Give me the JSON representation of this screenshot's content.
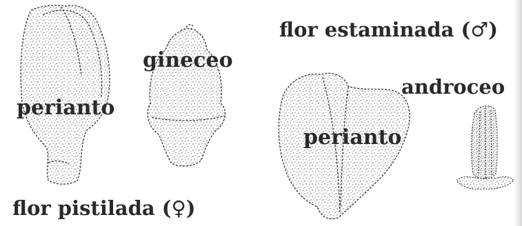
{
  "figure": {
    "labels": {
      "perianto_pistilada": "perianto",
      "gineceo": "gineceo",
      "perianto_estaminada": "perianto",
      "androceo": "androceo"
    },
    "captions": {
      "pistilada": "flor pistilada (♀)",
      "estaminada": "flor estaminada (♂)"
    },
    "colors": {
      "ink": "#2a2a2a",
      "stipple": "#555555",
      "background": "#ffffff"
    }
  }
}
